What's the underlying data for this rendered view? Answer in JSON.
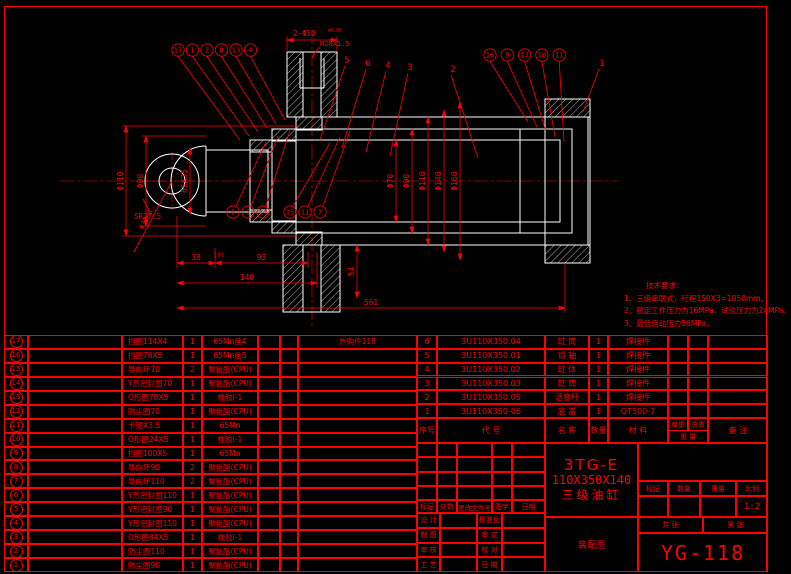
{
  "colors": {
    "accent": "#FF0000",
    "line": "#FFFFFF",
    "background": "#000000"
  },
  "notes": {
    "title": "技术要求：",
    "items": [
      "1、三级串联式，行程350X3=1050mm。",
      "2、额定工作压力为16MPa，试验压力为24MPa。",
      "3、最低启动压力56MPa。"
    ]
  },
  "drawing": {
    "balloons_top_left": [
      "17",
      "1",
      "2",
      "8",
      "13",
      "4"
    ],
    "balloons_top_plain": [
      "5",
      "6",
      "4",
      "3",
      "2"
    ],
    "balloon_right_plain": "1",
    "balloons_top_right": [
      "16",
      "9",
      "17",
      "10",
      "11"
    ],
    "balloons_mid_left": [
      "6",
      "5",
      "14"
    ],
    "balloons_mid_right": [
      "15",
      "11",
      "7"
    ],
    "dims": {
      "top_hole": "2-Φ50",
      "top_hole_tol": "+0.05",
      "thread": "M20X1.5",
      "phi110": "Φ110",
      "phi90": "Φ90",
      "slot": "65X35",
      "eye_bore": "Φ30H8",
      "sr": "SR27.5",
      "d38": "38",
      "d9": "(9)",
      "d93": "93",
      "d140": "140",
      "d54": "54",
      "d561": "561",
      "vdims": [
        "Φ70",
        "Φ90",
        "Φ110",
        "Φ140",
        "Φ160"
      ]
    }
  },
  "left_table": [
    {
      "no": "17",
      "name": "挡圈114X4",
      "qty": "1",
      "mat": "65Mn丝4",
      "note": "外购件118"
    },
    {
      "no": "16",
      "name": "挡圈78X5",
      "qty": "1",
      "mat": "65Mn丝5",
      "note": ""
    },
    {
      "no": "15",
      "name": "导向环70",
      "qty": "2",
      "mat": "聚氨酯(CPU)",
      "note": ""
    },
    {
      "no": "14",
      "name": "Y形密封圈70",
      "qty": "1",
      "mat": "聚氨酯(CPU)",
      "note": ""
    },
    {
      "no": "13",
      "name": "O形圈78X5",
      "qty": "1",
      "mat": "橡胶Ⅰ-1",
      "note": ""
    },
    {
      "no": "12",
      "name": "防尘圈70",
      "qty": "1",
      "mat": "聚氨酯(CPU)",
      "note": ""
    },
    {
      "no": "11",
      "name": "卡键X3.5",
      "qty": "1",
      "mat": "65Mn",
      "note": ""
    },
    {
      "no": "10",
      "name": "O形圈24X5",
      "qty": "1",
      "mat": "橡胶Ⅰ-1",
      "note": ""
    },
    {
      "no": "9",
      "name": "挡圈100X5",
      "qty": "1",
      "mat": "65Mn",
      "note": ""
    },
    {
      "no": "8",
      "name": "导向环90",
      "qty": "2",
      "mat": "聚氨酯(CPU)",
      "note": ""
    },
    {
      "no": "7",
      "name": "导向环110",
      "qty": "2",
      "mat": "聚氨酯(CPU)",
      "note": ""
    },
    {
      "no": "6",
      "name": "Y形密封圈110",
      "qty": "1",
      "mat": "聚氨酯(CPU)",
      "note": ""
    },
    {
      "no": "5",
      "name": "Y形密封圈90",
      "qty": "1",
      "mat": "聚氨酯(CPU)",
      "note": ""
    },
    {
      "no": "4",
      "name": "Y形密封圈110",
      "qty": "1",
      "mat": "聚氨酯(CPU)",
      "note": ""
    },
    {
      "no": "3",
      "name": "O形圈84X5",
      "qty": "1",
      "mat": "橡胶Ⅰ-1",
      "note": ""
    },
    {
      "no": "2",
      "name": "防尘圈110",
      "qty": "1",
      "mat": "聚氨酯(CPU)",
      "note": ""
    },
    {
      "no": "1",
      "name": "防尘圈90",
      "qty": "1",
      "mat": "聚氨酯(CPU)",
      "note": ""
    }
  ],
  "mid_table": [
    {
      "seq": "6",
      "code": "3U110X350.04",
      "name": "缸 筒",
      "qty": "1",
      "mat": "焊接件"
    },
    {
      "seq": "5",
      "code": "3U110X350.01",
      "name": "锁 轴",
      "qty": "1",
      "mat": "焊接件"
    },
    {
      "seq": "4",
      "code": "3U110X350.02",
      "name": "缸 体",
      "qty": "1",
      "mat": "焊接件"
    },
    {
      "seq": "3",
      "code": "3U110X350.03",
      "name": "缸 筒",
      "qty": "1",
      "mat": "焊接件"
    },
    {
      "seq": "2",
      "code": "3U110X350.05",
      "name": "活塞杆",
      "qty": "1",
      "mat": "焊接件"
    },
    {
      "seq": "1",
      "code": "3U110X350-06",
      "name": "底 盖",
      "qty": "1",
      "mat": "QT500-7"
    }
  ],
  "headers": {
    "seq": "序号",
    "code": "代  号",
    "name": "名  称",
    "qty": "数量",
    "mat": "材  料",
    "unit": "单重",
    "total": "总重",
    "weight": "重  量",
    "note": "备  注"
  },
  "revision": {
    "mark": "标记",
    "count": "处数",
    "doc_no": "更改文件号",
    "sign": "签字",
    "date": "日期",
    "staff_left": [
      "设 计",
      "制 图",
      "审 核",
      "工 艺"
    ],
    "staff_right": [
      "标准化",
      "审 定",
      "校 对",
      "日 期"
    ]
  },
  "title_block": {
    "model_line1": "3TG-E",
    "model_line2": "110X350X140",
    "model_line3": "三级油缸",
    "sheet_type": "装配图",
    "drawing_no": "YG-118",
    "mark": "标记",
    "qty": "数量",
    "weight": "重量",
    "scale": "比例",
    "scale_value": "1:2",
    "sheets_total": "共  张",
    "sheet_no": "第  张"
  }
}
